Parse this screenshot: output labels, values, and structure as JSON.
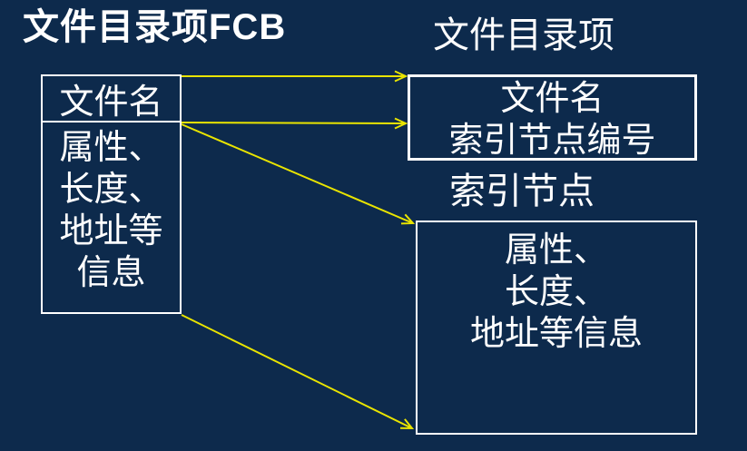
{
  "colors": {
    "background": "#0d2a4c",
    "box_border": "#ffffff",
    "arrow": "#e9e400",
    "text": "#ffffff"
  },
  "title": {
    "cjk": "文件目录项",
    "latin": "FCB"
  },
  "fcb_box": {
    "name_cell": "文件名",
    "info_lines": [
      "属性、",
      "长度、",
      "地址等",
      "信息"
    ]
  },
  "directory_entry": {
    "label": "文件目录项",
    "lines": [
      "文件名",
      "索引节点编号"
    ]
  },
  "inode": {
    "label": "索引节点",
    "lines": [
      "属性、",
      "长度、",
      "地址等信息"
    ]
  }
}
